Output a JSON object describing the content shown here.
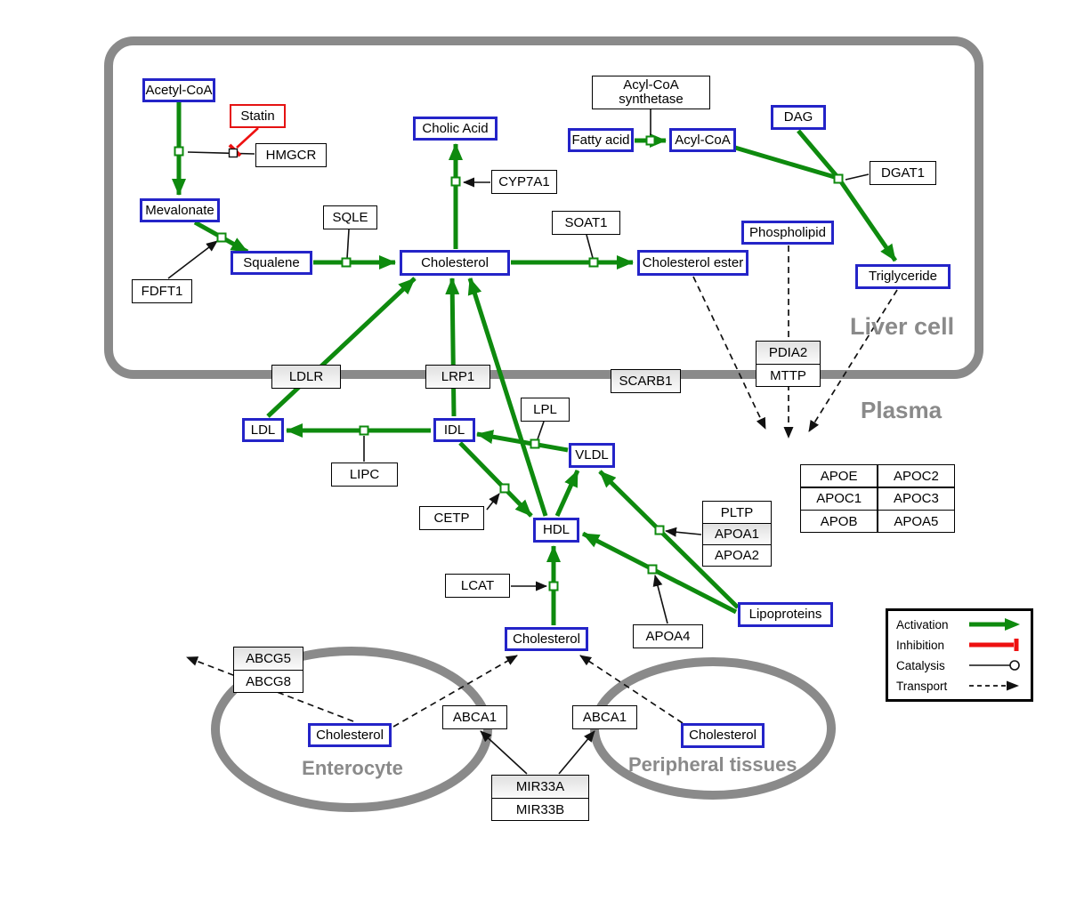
{
  "regions": {
    "liver_cell": "Liver cell",
    "plasma": "Plasma",
    "enterocyte": "Enterocyte",
    "peripheral_tissues": "Peripheral tissues"
  },
  "metabolites": {
    "acetyl_coa": "Acetyl-CoA",
    "mevalonate": "Mevalonate",
    "squalene": "Squalene",
    "cholesterol_liver": "Cholesterol",
    "cholic_acid": "Cholic Acid",
    "fatty_acid": "Fatty acid",
    "acyl_coa": "Acyl-CoA",
    "dag": "DAG",
    "phospholipid": "Phospholipid",
    "cholesterol_ester": "Cholesterol ester",
    "triglyceride": "Triglyceride",
    "ldl": "LDL",
    "idl": "IDL",
    "vldl": "VLDL",
    "hdl": "HDL",
    "lipoproteins": "Lipoproteins",
    "cholesterol_plasma": "Cholesterol",
    "cholesterol_enterocyte": "Cholesterol",
    "cholesterol_peripheral": "Cholesterol"
  },
  "drugs": {
    "statin": "Statin"
  },
  "genes": {
    "hmgcr": "HMGCR",
    "sqle": "SQLE",
    "fdft1": "FDFT1",
    "cyp7a1": "CYP7A1",
    "soat1": "SOAT1",
    "acyl_coa_synthetase": "Acyl-CoA synthetase",
    "dgat1": "DGAT1",
    "pdia2": "PDIA2",
    "mttp": "MTTP",
    "ldlr": "LDLR",
    "lrp1": "LRP1",
    "scarb1": "SCARB1",
    "lpl": "LPL",
    "lipc": "LIPC",
    "cetp": "CETP",
    "lcat": "LCAT",
    "pltp": "PLTP",
    "apoa1": "APOA1",
    "apoa2": "APOA2",
    "apoa4": "APOA4",
    "abcg5": "ABCG5",
    "abcg8": "ABCG8",
    "abca1": "ABCA1",
    "mir33a": "MIR33A",
    "mir33b": "MIR33B",
    "apoe": "APOE",
    "apoc1": "APOC1",
    "apob": "APOB",
    "apoc2": "APOC2",
    "apoc3": "APOC3",
    "apoa5": "APOA5"
  },
  "legend": {
    "activation": "Activation",
    "inhibition": "Inhibition",
    "catalysis": "Catalysis",
    "transport": "Transport"
  },
  "colors": {
    "activation_green": "#0e8a0e",
    "inhibition_red": "#ee1111",
    "metabolite_blue": "#2424c8",
    "membrane_gray": "#8a8a8a"
  }
}
